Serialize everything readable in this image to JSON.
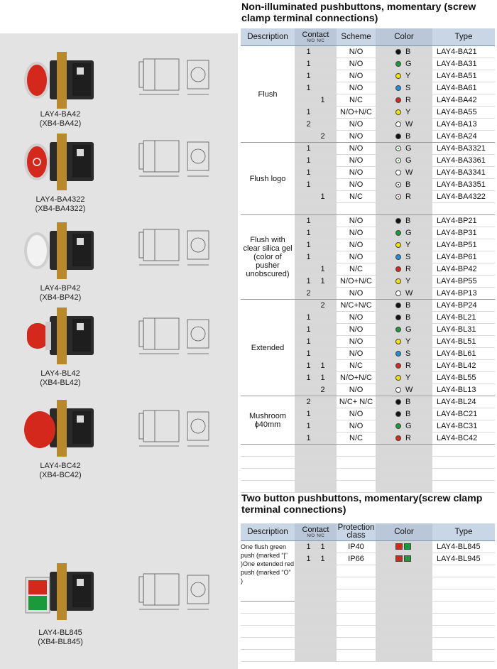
{
  "section1": {
    "title_line1": "Non-illuminated pushbuttons,  momentary (screw",
    "title_line2": "clamp terminal connections)"
  },
  "section2": {
    "title_line1": "Two button pushbuttons,  momentary(screw clamp",
    "title_line2": "terminal connections)"
  },
  "headers": {
    "description": "Description",
    "contact": "Contact",
    "contact_no": "N/O",
    "contact_nc": "N/C",
    "scheme": "Scheme",
    "color": "Color",
    "type": "Type",
    "protection_line1": "Protection",
    "protection_line2": "class"
  },
  "colors": {
    "black": "#111111",
    "green": "#1a9a3a",
    "yellow": "#f2e600",
    "blue": "#1e8fd8",
    "red": "#d4281c",
    "white": "#ffffff",
    "header_bg": "#c9d6e6",
    "shade": "#d8d8d8"
  },
  "products": [
    {
      "name": "LAY4-BA42",
      "alt": "(XB4-BA42)"
    },
    {
      "name": "LAY4-BA4322",
      "alt": "(XB4-BA4322)"
    },
    {
      "name": "LAY4-BP42",
      "alt": "(XB4-BP42)"
    },
    {
      "name": "LAY4-BL42",
      "alt": "(XB4-BL42)"
    },
    {
      "name": "LAY4-BC42",
      "alt": "(XB4-BC42)"
    },
    {
      "name": "LAY4-BL845",
      "alt": "(XB4-BL845)"
    }
  ],
  "groups": [
    {
      "description": "Flush",
      "rows": [
        {
          "no": "1",
          "nc": "",
          "scheme": "N/O",
          "color_icon": "black-dot",
          "color": "B",
          "type": "LAY4-BA21"
        },
        {
          "no": "1",
          "nc": "",
          "scheme": "N/O",
          "color_icon": "green-dot",
          "color": "G",
          "type": "LAY4-BA31"
        },
        {
          "no": "1",
          "nc": "",
          "scheme": "N/O",
          "color_icon": "yellow-dot",
          "color": "Y",
          "type": "LAY4-BA51"
        },
        {
          "no": "1",
          "nc": "",
          "scheme": "N/O",
          "color_icon": "blue-dot",
          "color": "S",
          "type": "LAY4-BA61"
        },
        {
          "no": "",
          "nc": "1",
          "scheme": "N/C",
          "color_icon": "red-dot",
          "color": "R",
          "type": "LAY4-BA42"
        },
        {
          "no": "1",
          "nc": "",
          "scheme": "N/O+N/C",
          "color_icon": "yellow-dot",
          "color": "Y",
          "type": "LAY4-BA55"
        },
        {
          "no": "2",
          "nc": "",
          "scheme": "N/O",
          "color_icon": "white-dot",
          "color": "W",
          "type": "LAY4-BA13"
        },
        {
          "no": "",
          "nc": "2",
          "scheme": "N/O",
          "color_icon": "black-dot",
          "color": "B",
          "type": "LAY4-BA24"
        }
      ]
    },
    {
      "description": "Flush logo",
      "rows": [
        {
          "no": "1",
          "nc": "",
          "scheme": "N/O",
          "color_icon": "green-start-logo-icon",
          "color": "G",
          "type": "LAY4-BA3321"
        },
        {
          "no": "1",
          "nc": "",
          "scheme": "N/O",
          "color_icon": "green-start-logo-icon",
          "color": "G",
          "type": "LAY4-BA3361"
        },
        {
          "no": "1",
          "nc": "",
          "scheme": "N/O",
          "color_icon": "white-arrow-logo-icon",
          "color": "W",
          "type": "LAY4-BA3341"
        },
        {
          "no": "1",
          "nc": "",
          "scheme": "N/O",
          "color_icon": "black-half-logo-icon",
          "color": "B",
          "type": "LAY4-BA3351"
        },
        {
          "no": "",
          "nc": "1",
          "scheme": "N/C",
          "color_icon": "red-stop-logo-icon",
          "color": "R",
          "type": "LAY4-BA4322"
        },
        {
          "no": "",
          "nc": "",
          "scheme": "",
          "color_icon": "",
          "color": "",
          "type": ""
        }
      ]
    },
    {
      "description": "Flush with clear silica gel (color of pusher unobscured)",
      "rows": [
        {
          "no": "1",
          "nc": "",
          "scheme": "N/O",
          "color_icon": "black-dot",
          "color": "B",
          "type": "LAY4-BP21"
        },
        {
          "no": "1",
          "nc": "",
          "scheme": "N/O",
          "color_icon": "green-dot",
          "color": "G",
          "type": "LAY4-BP31"
        },
        {
          "no": "1",
          "nc": "",
          "scheme": "N/O",
          "color_icon": "yellow-dot",
          "color": "Y",
          "type": "LAY4-BP51"
        },
        {
          "no": "1",
          "nc": "",
          "scheme": "N/O",
          "color_icon": "blue-dot",
          "color": "S",
          "type": "LAY4-BP61"
        },
        {
          "no": "",
          "nc": "1",
          "scheme": "N/C",
          "color_icon": "red-dot",
          "color": "R",
          "type": "LAY4-BP42"
        },
        {
          "no": "1",
          "nc": "1",
          "scheme": "N/O+N/C",
          "color_icon": "yellow-dot",
          "color": "Y",
          "type": "LAY4-BP55"
        },
        {
          "no": "2",
          "nc": "",
          "scheme": "N/O",
          "color_icon": "white-dot",
          "color": "W",
          "type": "LAY4-BP13"
        }
      ]
    },
    {
      "description": "Extended",
      "rows": [
        {
          "no": "",
          "nc": "2",
          "scheme": "N/C+N/C",
          "color_icon": "black-dot",
          "color": "B",
          "type": "LAY4-BP24"
        },
        {
          "no": "1",
          "nc": "",
          "scheme": "N/O",
          "color_icon": "black-dot",
          "color": "B",
          "type": "LAY4-BL21"
        },
        {
          "no": "1",
          "nc": "",
          "scheme": "N/O",
          "color_icon": "green-dot",
          "color": "G",
          "type": "LAY4-BL31"
        },
        {
          "no": "1",
          "nc": "",
          "scheme": "N/O",
          "color_icon": "yellow-dot",
          "color": "Y",
          "type": "LAY4-BL51"
        },
        {
          "no": "1",
          "nc": "",
          "scheme": "N/O",
          "color_icon": "blue-dot",
          "color": "S",
          "type": "LAY4-BL61"
        },
        {
          "no": "1",
          "nc": "1",
          "scheme": "N/C",
          "color_icon": "red-dot",
          "color": "R",
          "type": "LAY4-BL42"
        },
        {
          "no": "1",
          "nc": "1",
          "scheme": "N/O+N/C",
          "color_icon": "yellow-dot",
          "color": "Y",
          "type": "LAY4-BL55"
        },
        {
          "no": "",
          "nc": "2",
          "scheme": "N/O",
          "color_icon": "white-dot",
          "color": "W",
          "type": "LAY4-BL13"
        }
      ]
    },
    {
      "description": "Mushroom ϕ40mm",
      "rows": [
        {
          "no": "2",
          "nc": "",
          "scheme": "N/C+ N/C",
          "color_icon": "black-dot",
          "color": "B",
          "type": "LAY4-BL24"
        },
        {
          "no": "1",
          "nc": "",
          "scheme": "N/O",
          "color_icon": "black-dot",
          "color": "B",
          "type": "LAY4-BC21"
        },
        {
          "no": "1",
          "nc": "",
          "scheme": "N/O",
          "color_icon": "green-dot",
          "color": "G",
          "type": "LAY4-BC31"
        },
        {
          "no": "1",
          "nc": "",
          "scheme": "N/C",
          "color_icon": "red-dot",
          "color": "R",
          "type": "LAY4-BC42"
        }
      ]
    }
  ],
  "two_button": {
    "description": "One flush green push (marked “|” )One extended red push (marked “O” )",
    "rows": [
      {
        "no": "1",
        "nc": "1",
        "protection": "IP40",
        "color_icon": "red-green-twin-icon",
        "type": "LAY4-BL845"
      },
      {
        "no": "1",
        "nc": "1",
        "protection": "IP66",
        "color_icon": "red-green-twin-icon",
        "type": "LAY4-BL945"
      }
    ]
  }
}
